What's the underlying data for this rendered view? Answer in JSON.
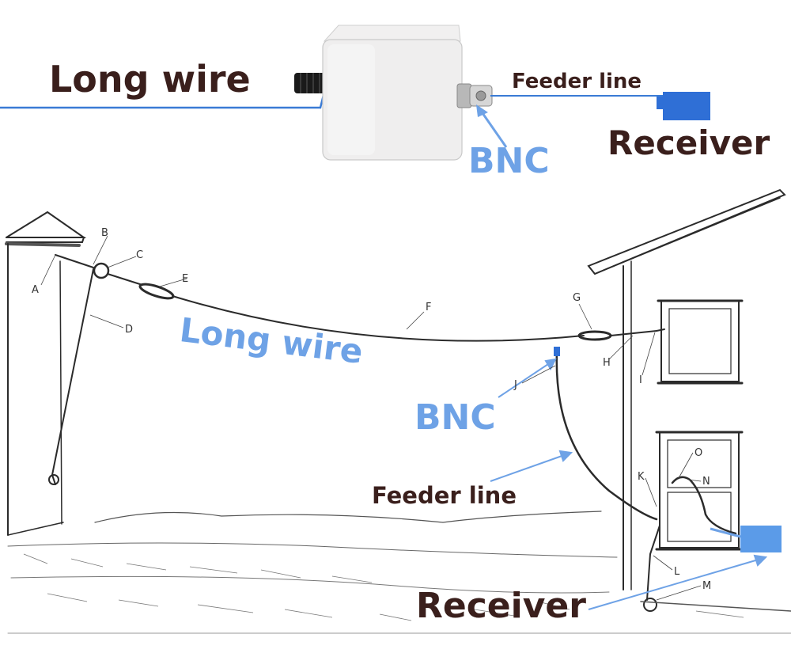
{
  "top": {
    "long_wire": "Long wire",
    "feeder_line": "Feeder line",
    "bnc": "BNC",
    "receiver": "Receiver"
  },
  "sketch": {
    "long_wire": "Long wire",
    "bnc": "BNC",
    "feeder_line": "Feeder line",
    "receiver": "Receiver",
    "letters": {
      "A": "A",
      "B": "B",
      "C": "C",
      "D": "D",
      "E": "E",
      "F": "F",
      "G": "G",
      "H": "H",
      "I": "I",
      "J": "J",
      "K": "K",
      "L": "L",
      "M": "M",
      "N": "N",
      "O": "O"
    }
  },
  "colors": {
    "label_dark": "#3a1f1c",
    "label_blue": "#6ea2e6",
    "wire_blue": "#3a7bd5",
    "connector_blue": "#2f6fd6",
    "receiver_blue": "#5b9be8"
  }
}
